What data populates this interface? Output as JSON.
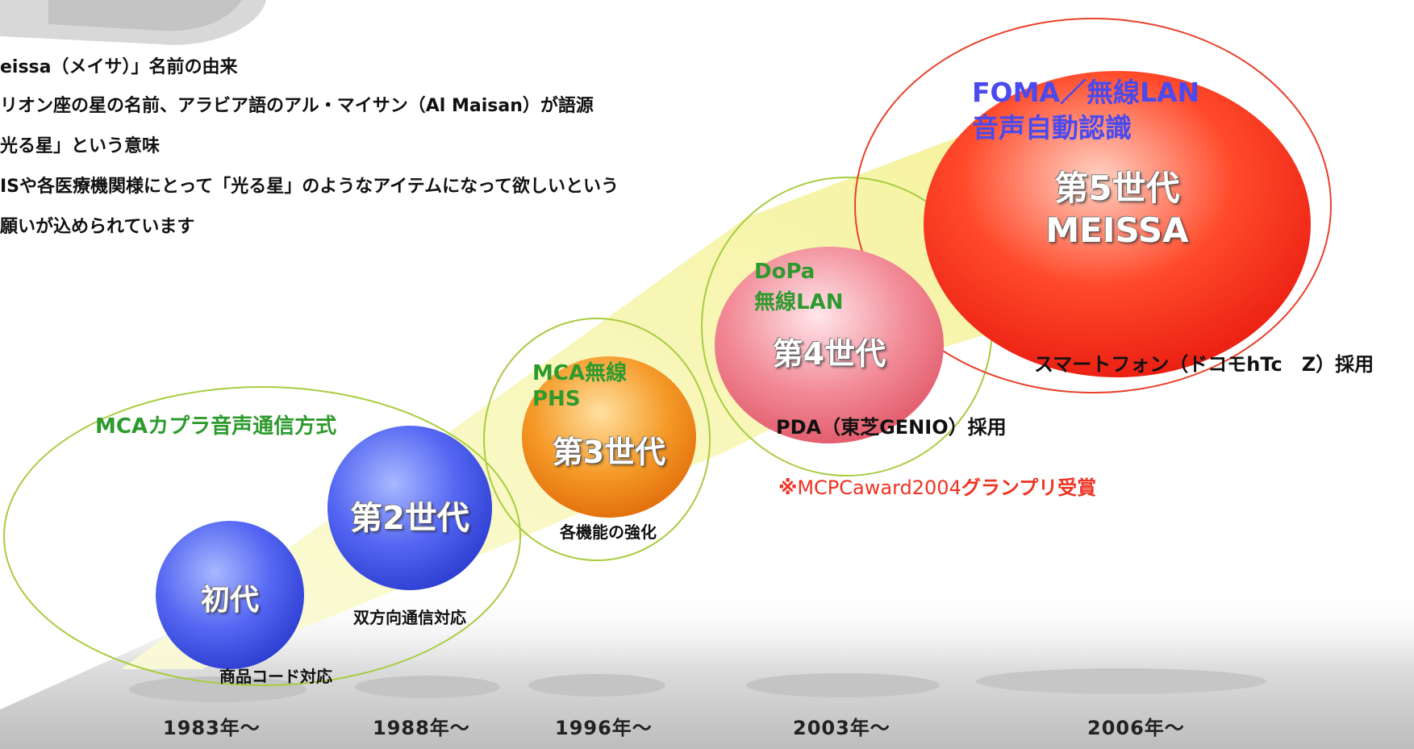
{
  "intro": {
    "line1": "eissa（メイサ）」名前の由来",
    "line2": "リオン座の星の名前、アラビア語のアル・マイサン（Al Maisan）が語源",
    "line3": "光る星」という意味",
    "line4": "ISや各医療機関様にとって「光る星」のようなアイテムになって欲しいという",
    "line5": "願いが込められています"
  },
  "generations": [
    {
      "label": "初代",
      "caption": "商品コード対応",
      "year": "1983年～"
    },
    {
      "label": "第2世代",
      "caption": "双方向通信対応",
      "year": "1988年～"
    },
    {
      "label": "第3世代",
      "caption": "各機能の強化",
      "year": "1996年～"
    },
    {
      "label": "第4世代",
      "caption": "PDA（東芝GENIO）採用",
      "year": "2003年～"
    },
    {
      "label1": "第5世代",
      "label2": "MEISSA",
      "caption": "スマートフォン（ドコモhTc　Z）採用",
      "year": "2006年～"
    }
  ],
  "groups": {
    "g1": "MCAカプラ音声通信方式",
    "g2_line1": "MCA無線",
    "g2_line2": "PHS",
    "g3_line1": "DoPa",
    "g3_line2": "無線LAN",
    "g4_line1": "FOMA／無線LAN",
    "g4_line2": "音声自動認識"
  },
  "award": {
    "mark": "※",
    "name": "MCPCaward2004",
    "suffix": "グランプリ受賞"
  },
  "colors": {
    "gen1": "#4a5cf0",
    "gen2": "#4a5cf0",
    "gen3": "#f08a1c",
    "gen4": "#f07a88",
    "gen5": "#ff2a1a",
    "group_outline_green": "#a8cc40",
    "group_outline_red": "#e8402a",
    "arrow": "#f6f6a0"
  }
}
